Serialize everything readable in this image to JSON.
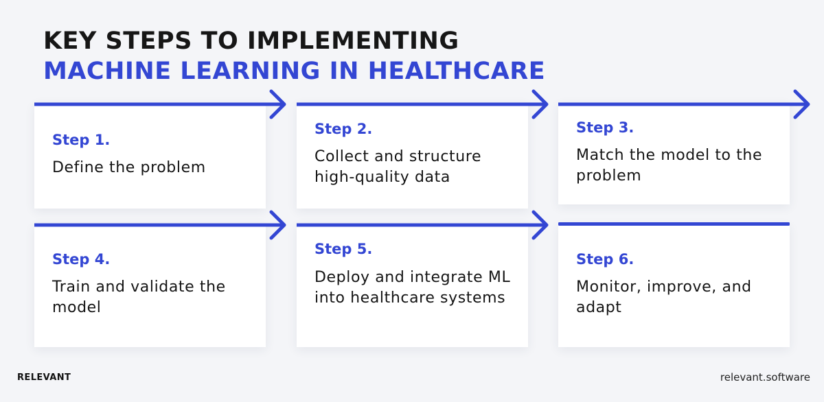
{
  "header": {
    "title_line1": "KEY STEPS TO IMPLEMENTING",
    "title_line2": "MACHINE LEARNING IN HEALTHCARE"
  },
  "steps": [
    {
      "label": "Step 1.",
      "description": "Define the problem"
    },
    {
      "label": "Step 2.",
      "description": "Collect and structure high-quality data"
    },
    {
      "label": "Step 3.",
      "description": "Match the model to the problem"
    },
    {
      "label": "Step 4.",
      "description": "Train and validate the model"
    },
    {
      "label": "Step 5.",
      "description": "Deploy and integrate ML into healthcare systems"
    },
    {
      "label": "Step 6.",
      "description": "Monitor, improve, and adapt"
    }
  ],
  "icons": {
    "connector": "arrow-right-icon"
  },
  "colors": {
    "accent": "#3346d3",
    "title_dark": "#161616",
    "background": "#f4f5f8",
    "card": "#ffffff"
  },
  "footer": {
    "brand": "RELEVANT",
    "url": "relevant.software"
  }
}
